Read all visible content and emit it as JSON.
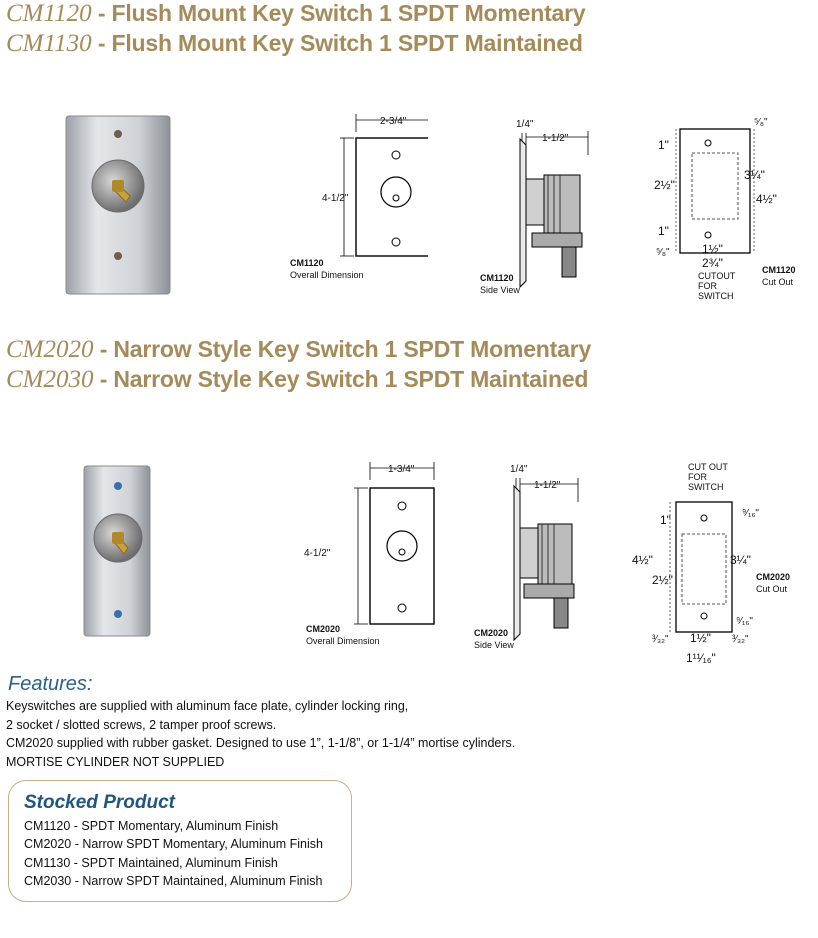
{
  "section1": {
    "line1": {
      "model": "CM1120",
      "desc": " - Flush Mount Key Switch 1 SPDT Momentary"
    },
    "line2": {
      "model": "CM1130",
      "desc": " - Flush Mount Key Switch 1 SPDT Maintained"
    },
    "overall": {
      "width": "2-3/4\"",
      "height": "4-1/2\"",
      "caption_model": "CM1120",
      "caption": "Overall Dimension"
    },
    "side": {
      "top": "1/4\"",
      "depth": "1-1/2\"",
      "caption_model": "CM1120",
      "caption": "Side View"
    },
    "cutout": {
      "d1": "1\"",
      "d2": "2½\"",
      "d3": "1\"",
      "d4": "3¼\"",
      "d5": "4½\"",
      "d6": "⁵⁄₈\"",
      "d7": "⁵⁄₈\"",
      "d8": "1½\"",
      "d9": "2¾\"",
      "note1": "CUTOUT",
      "note2": "FOR",
      "note3": "SWITCH",
      "caption_model": "CM1120",
      "caption": "Cut Out"
    }
  },
  "section2": {
    "line1": {
      "model": "CM2020",
      "desc": " - Narrow Style Key Switch 1 SPDT Momentary"
    },
    "line2": {
      "model": "CM2030",
      "desc": " - Narrow Style Key Switch 1 SPDT Maintained"
    },
    "overall": {
      "width": "1-3/4\"",
      "height": "4-1/2\"",
      "caption_model": "CM2020",
      "caption": "Overall Dimension"
    },
    "side": {
      "top": "1/4\"",
      "depth": "1-1/2\"",
      "caption_model": "CM2020",
      "caption": "Side View"
    },
    "cutout": {
      "note1": "CUT OUT",
      "note2": "FOR",
      "note3": "SWITCH",
      "d1": "1\"",
      "d2": "4½\"",
      "d3": "2½\"",
      "d4": "3¼\"",
      "d5": "⁹⁄₁₆\"",
      "d6": "⁹⁄₁₆\"",
      "d7": "³⁄₃₂\"",
      "d8": "1½\"",
      "d9": "³⁄₃₂\"",
      "d10": "1¹¹⁄₁₆\"",
      "caption_model": "CM2020",
      "caption": "Cut Out"
    }
  },
  "features": {
    "heading": "Features:",
    "lines": [
      "Keyswitches are supplied with aluminum face plate, cylinder locking ring,",
      "2 socket / slotted screws, 2 tamper proof screws.",
      "CM2020 supplied with rubber gasket. Designed to use 1”, 1-1/8”, or 1-1/4” mortise cylinders.",
      "MORTISE CYLINDER NOT SUPPLIED"
    ]
  },
  "stocked": {
    "heading": "Stocked Product",
    "items": [
      "CM1120 - SPDT Momentary, Aluminum Finish",
      "CM2020 - Narrow SPDT Momentary, Aluminum Finish",
      "CM1130 - SPDT Maintained, Aluminum Finish",
      "CM2030 - Narrow SPDT Maintained, Aluminum Finish"
    ]
  },
  "colors": {
    "title": "#a58a5a",
    "features": "#2b5f8c",
    "stocked_border": "#c9ae86"
  }
}
